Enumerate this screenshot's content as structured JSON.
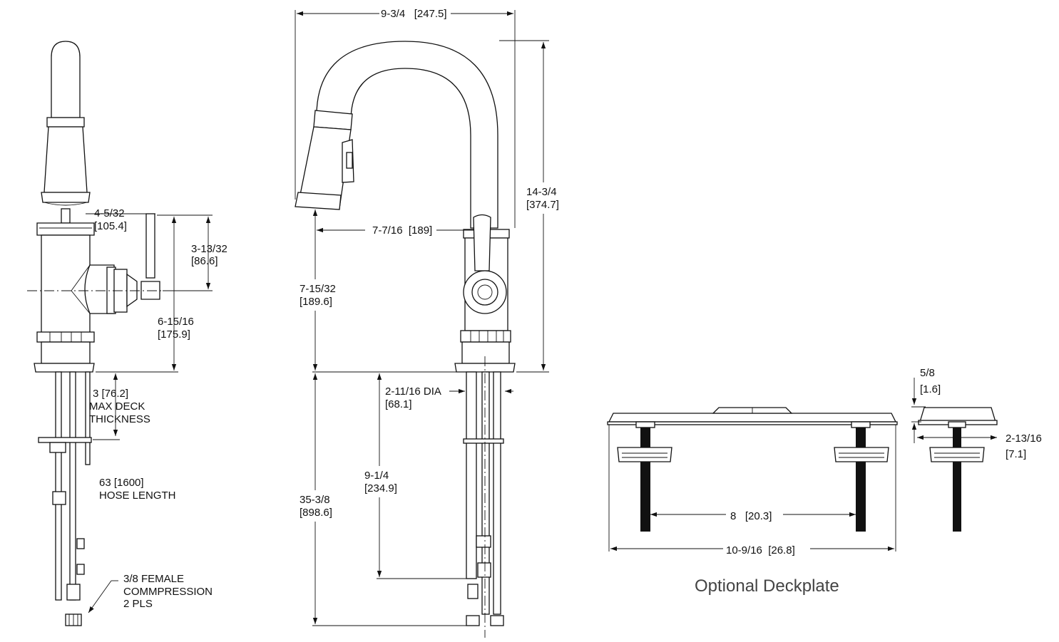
{
  "side_view": {
    "dim_handle_offset": [
      "4-5/32",
      "[105.4]"
    ],
    "dim_handle_height": [
      "3-13/32",
      "[86.6]"
    ],
    "dim_valve_height": [
      "6-15/16",
      "[175.9]"
    ],
    "deck": [
      "3  [76.2]",
      "MAX DECK",
      "THICKNESS"
    ],
    "hose": [
      "63 [1600]",
      "HOSE LENGTH"
    ],
    "connection": [
      "3/8 FEMALE",
      "COMMPRESSION",
      "2 PLS"
    ]
  },
  "front_view": {
    "dim_reach": "9-3/4   [247.5]",
    "dim_total_height": [
      "14-3/4",
      "[374.7]"
    ],
    "dim_spout_reach": "7-7/16  [189]",
    "dim_spout_height": [
      "7-15/32",
      "[189.6]"
    ],
    "dim_base_dia": [
      "2-11/16 DIA",
      "[68.1]"
    ],
    "dim_shank": [
      "9-1/4",
      "[234.9]"
    ],
    "dim_below_deck": [
      "35-3/8",
      "[898.6]"
    ]
  },
  "deckplate": {
    "title": "Optional Deckplate",
    "dim_centers": "8   [20.3]",
    "dim_length": "10-9/16  [26.8]",
    "dim_thickness": [
      "5/8",
      "[1.6]"
    ],
    "dim_width": [
      "2-13/16",
      "[7.1]"
    ]
  }
}
